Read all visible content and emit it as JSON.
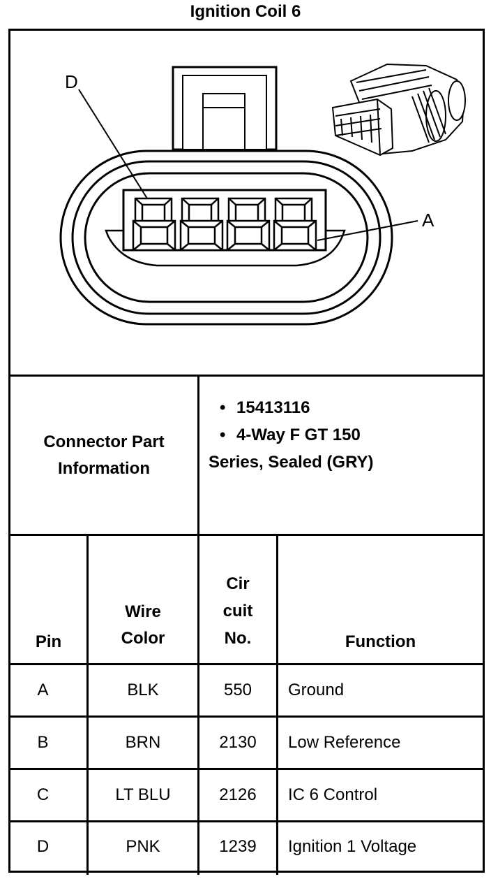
{
  "title": "Ignition Coil 6",
  "diagram": {
    "label_d": "D",
    "label_a": "A"
  },
  "connector": {
    "label_line1": "Connector Part",
    "label_line2": "Information",
    "bullet": "•",
    "part_number": "15413116",
    "description_line1": "4-Way F GT 150",
    "description_line2": "Series, Sealed (GRY)"
  },
  "table": {
    "headers": {
      "pin": "Pin",
      "wire_color_line1": "Wire",
      "wire_color_line2": "Color",
      "circuit_line1": "Cir",
      "circuit_line2": "cuit",
      "circuit_line3": "No.",
      "function": "Function"
    },
    "rows": [
      {
        "pin": "A",
        "wire_color": "BLK",
        "circuit": "550",
        "function": "Ground"
      },
      {
        "pin": "B",
        "wire_color": "BRN",
        "circuit": "2130",
        "function": "Low Reference"
      },
      {
        "pin": "C",
        "wire_color": "LT BLU",
        "circuit": "2126",
        "function": "IC 6 Control"
      },
      {
        "pin": "D",
        "wire_color": "PNK",
        "circuit": "1239",
        "function": "Ignition 1 Voltage"
      }
    ]
  }
}
